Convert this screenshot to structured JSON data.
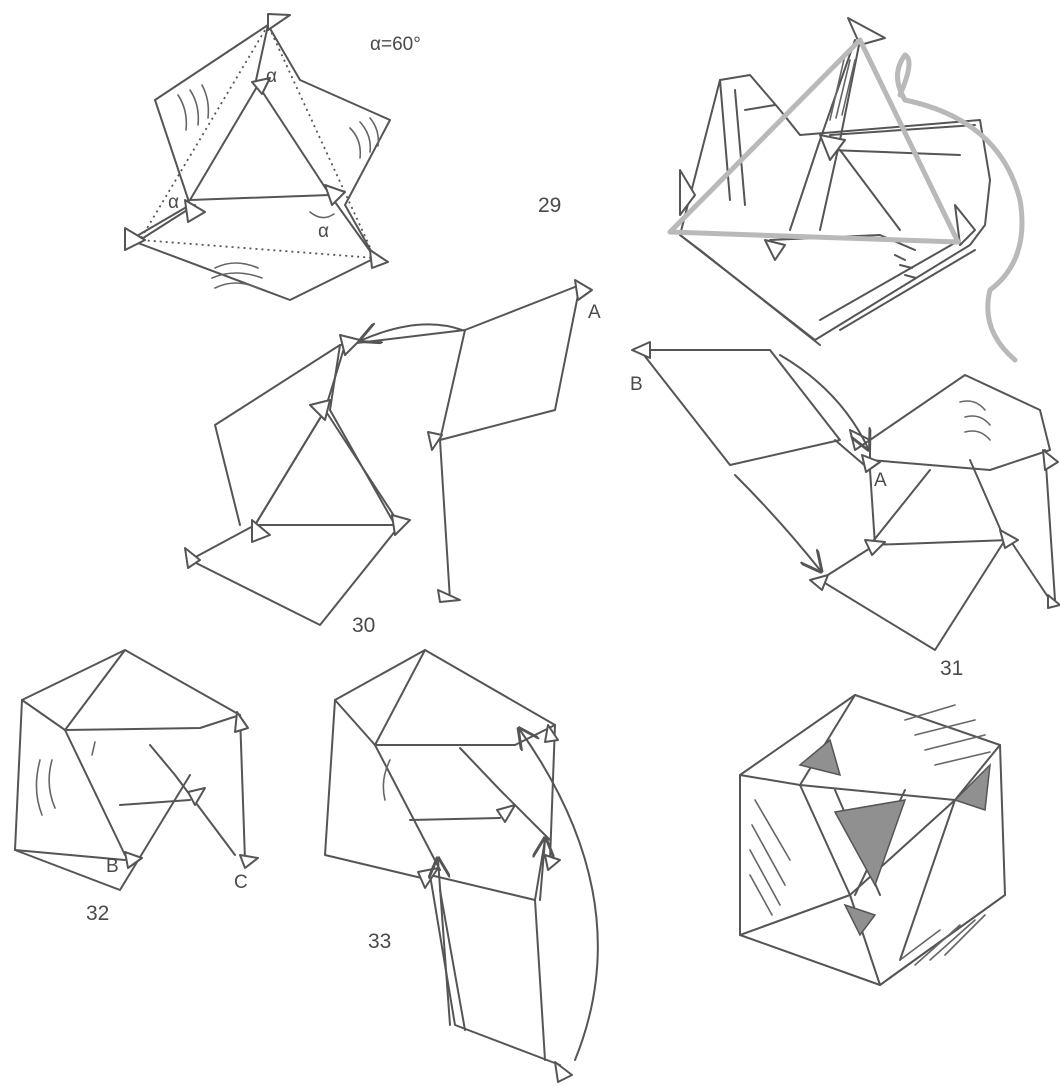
{
  "colors": {
    "line": "#555555",
    "string": "#b9b9b9",
    "shade": "#909090",
    "background": "#ffffff"
  },
  "angle_note": "α=60°",
  "angle_symbol": "α",
  "steps": {
    "s29": "29",
    "s30": "30",
    "s31": "31",
    "s32": "32",
    "s33": "33"
  },
  "labels": {
    "a": "A",
    "b": "B",
    "c": "C"
  }
}
